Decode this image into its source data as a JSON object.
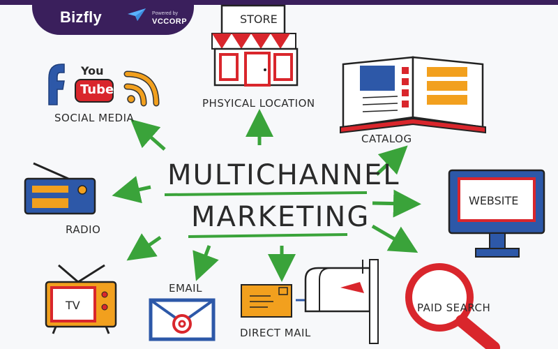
{
  "brand": {
    "name": "Bizfly",
    "powered_by": "Powered by",
    "corp": "VCCORP"
  },
  "title": {
    "line1": "MULTICHANNEL",
    "line2": "MARKETING"
  },
  "icon_text": {
    "store_sign": "STORE",
    "youtube_top": "You",
    "youtube_bottom": "Tube",
    "website_screen": "WEBSITE",
    "tv_screen": "TV"
  },
  "channels": {
    "social_media": "SOCIAL MEDIA",
    "physical_location": "PHSYICAL LOCATION",
    "catalog": "CATALOG",
    "radio": "RADIO",
    "website": "WEBSITE",
    "tv": "TV",
    "email": "EMAIL",
    "direct_mail": "DIRECT MAIL",
    "paid_search": "PAID SEARCH"
  },
  "colors": {
    "arrow": "#3aa33a",
    "red": "#d9262c",
    "blue": "#2d58a8",
    "orange": "#f2a01e",
    "ink": "#2a2a2a"
  }
}
